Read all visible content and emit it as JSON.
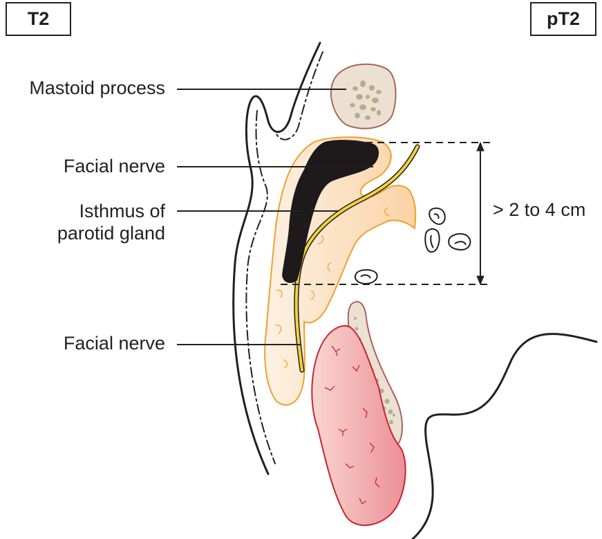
{
  "figure": {
    "clinical_stage": "T2",
    "pathologic_stage": "pT2",
    "labels": {
      "mastoid": "Mastoid process",
      "facial_nerve_upper": "Facial nerve",
      "isthmus_line1": "Isthmus of",
      "isthmus_line2": "parotid gland",
      "facial_nerve_lower": "Facial nerve"
    },
    "dimension_label": "> 2 to 4 cm",
    "colors": {
      "outline": "#231f20",
      "parotid_fill": "#fde3c4",
      "parotid_stroke": "#f0a030",
      "tumor": "#1e1a1b",
      "nerve": "#f5d23a",
      "bone_fill": "#ece0d2",
      "bone_stroke": "#a8645e",
      "bone_pores": "#b5ad8c",
      "submandibular_fill": "#f2a3a6",
      "submandibular_stroke": "#c8242f"
    }
  }
}
